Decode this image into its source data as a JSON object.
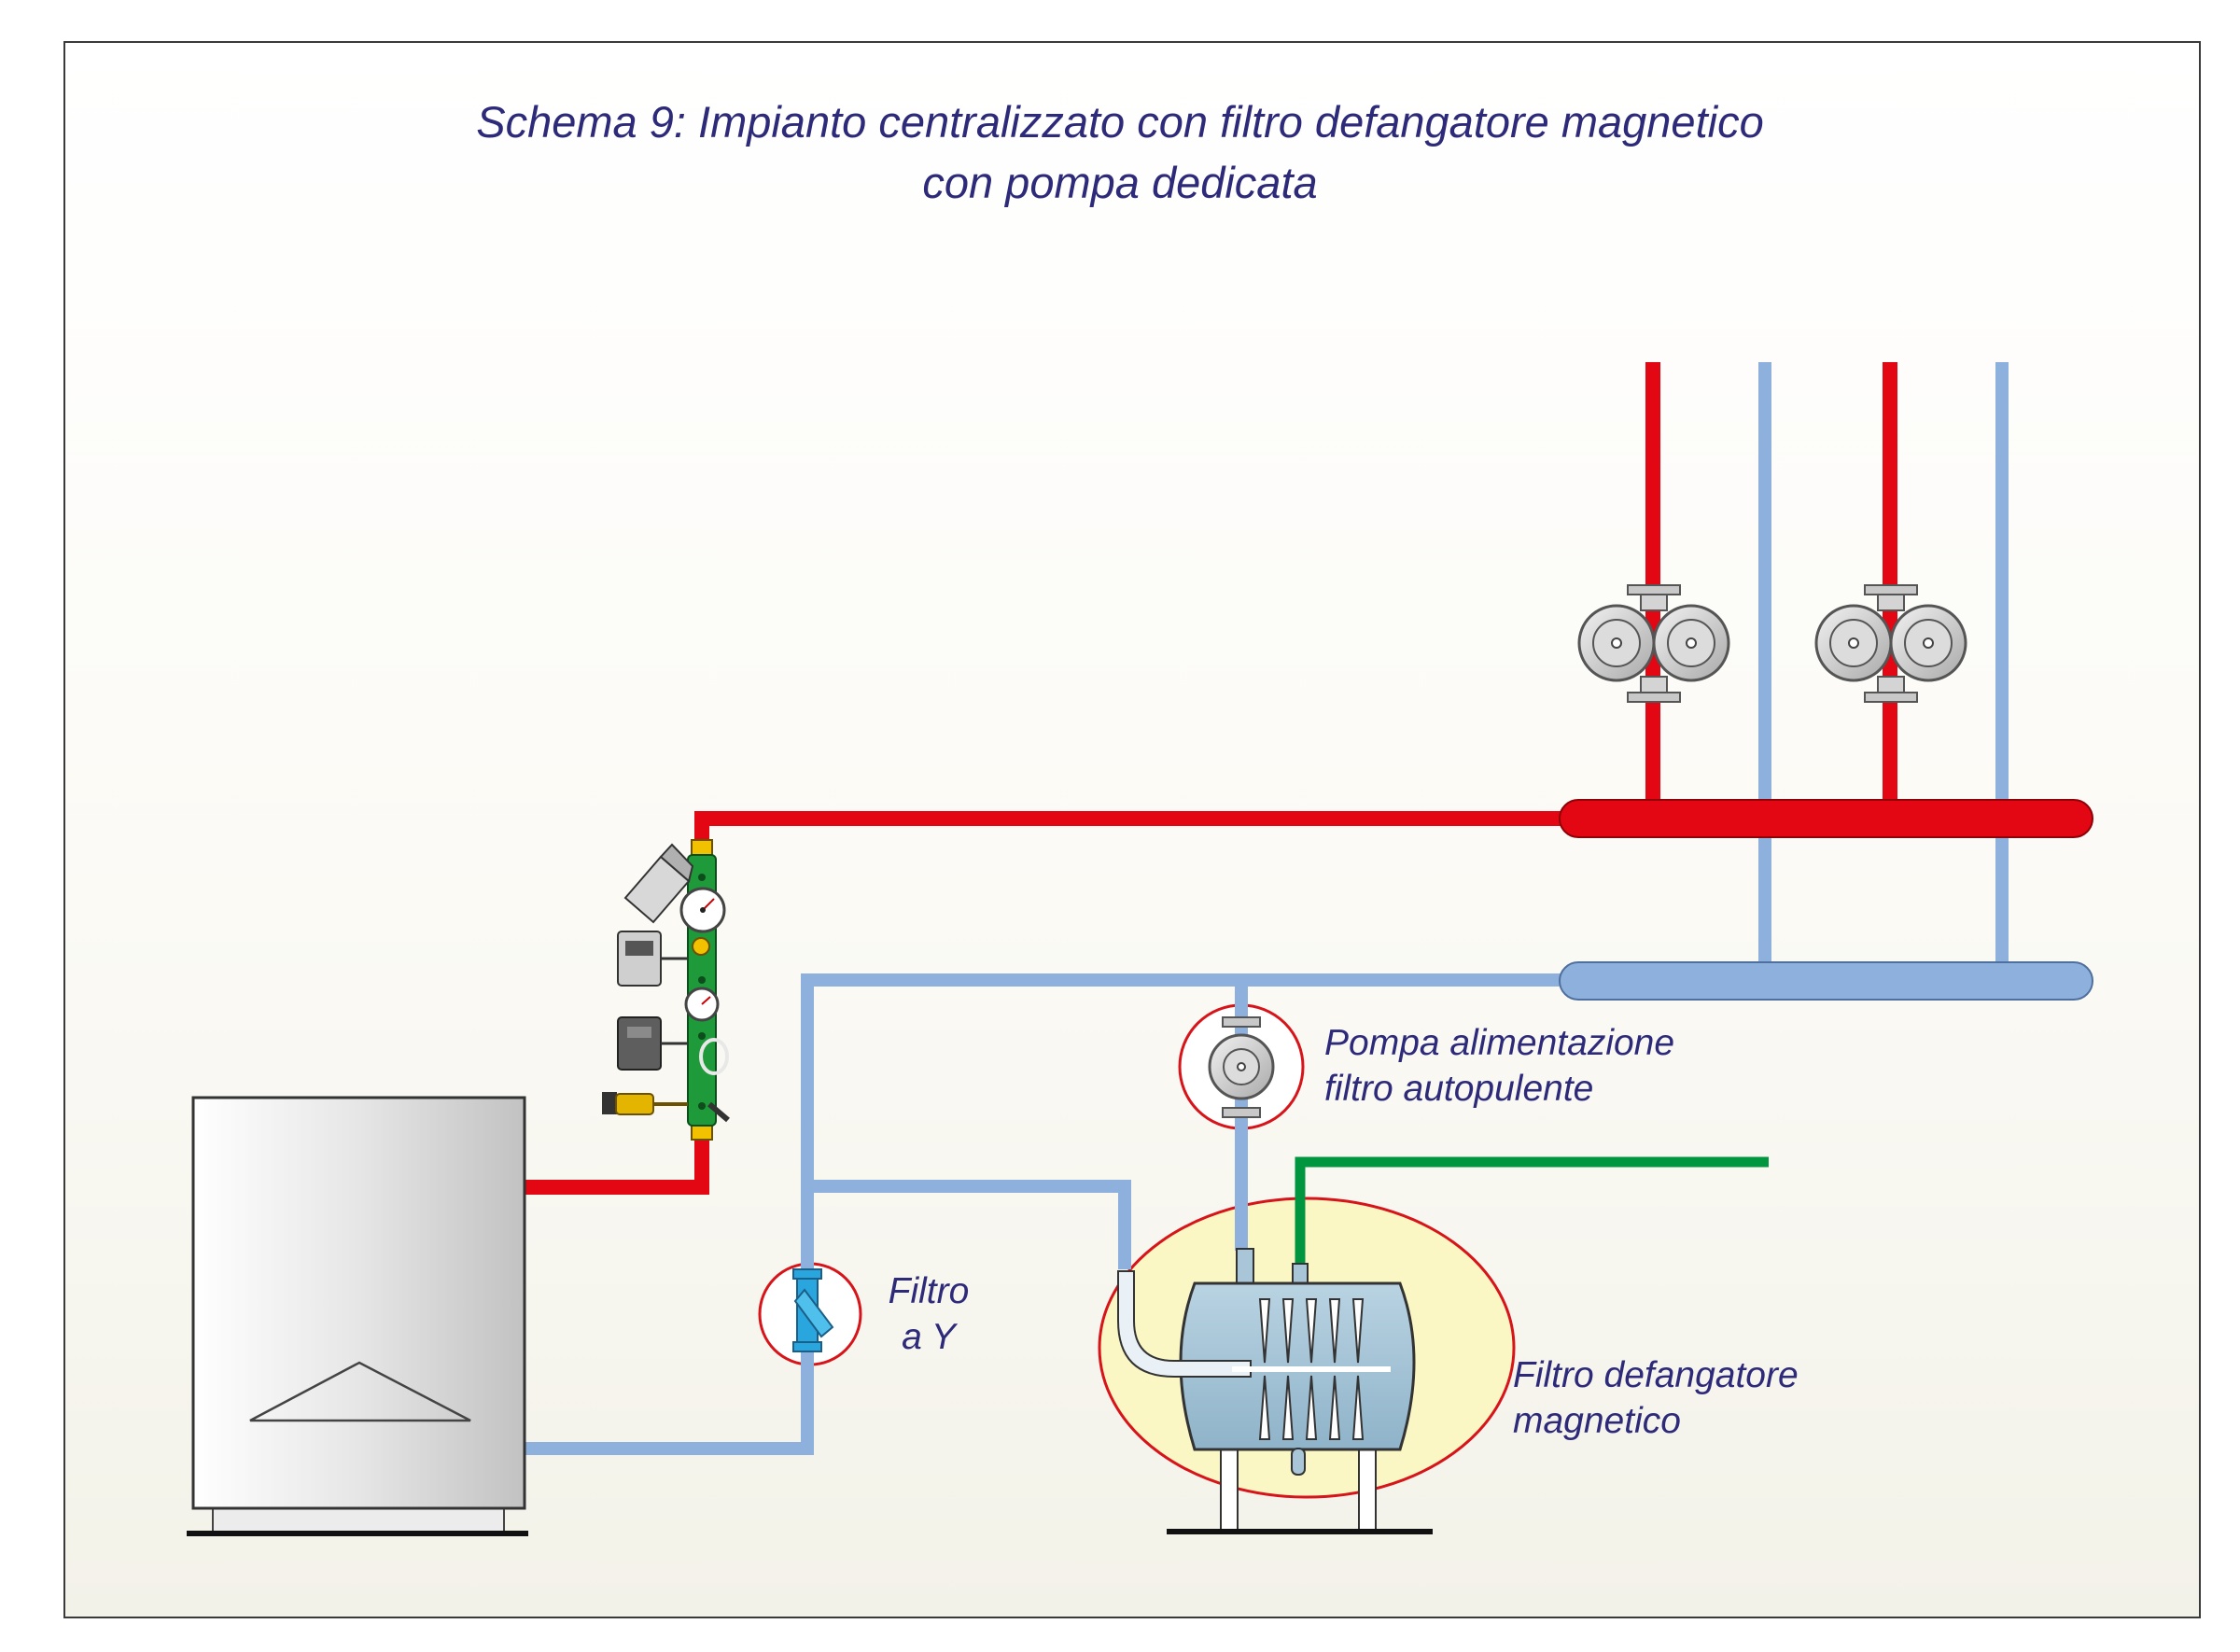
{
  "title": {
    "line1": "Schema 9: Impianto centralizzato con filtro defangatore magnetico",
    "line2": "con pompa dedicata"
  },
  "labels": {
    "pump_line1": "Pompa alimentazione",
    "pump_line2": "filtro autopulente",
    "yfilter_line1": "Filtro",
    "yfilter_line2": "a Y",
    "magfilter_line1": "Filtro defangatore",
    "magfilter_line2": "magnetico"
  },
  "colors": {
    "supply_pipe": "#e30613",
    "return_pipe": "#8eb0dd",
    "drain_pipe": "#009640",
    "text": "#2d2a7a",
    "highlight_circle": "#d7141a",
    "highlight_fill": "#fbf7c4"
  }
}
